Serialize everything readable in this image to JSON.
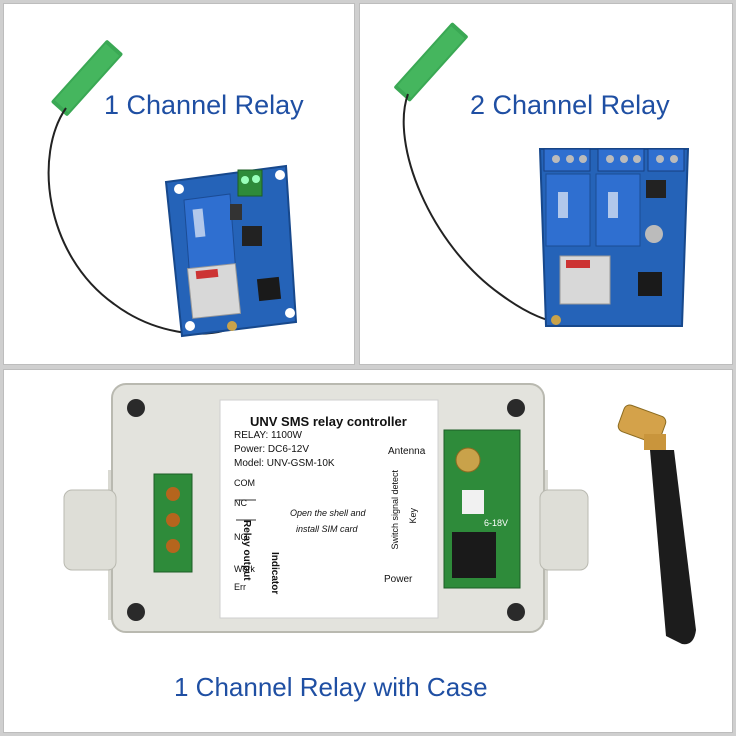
{
  "panels": {
    "one_channel": {
      "title": "1 Channel Relay"
    },
    "two_channel": {
      "title": "2 Channel Relay"
    },
    "with_case": {
      "title": "1 Channel Relay with Case"
    }
  },
  "sticker": {
    "heading": "UNV SMS relay controller",
    "relay": "RELAY: 1100W",
    "power": "Power: DC6-12V",
    "model": "Model: UNV-GSM-10K",
    "antenna": "Antenna",
    "com": "COM",
    "nc": "NC",
    "no": "NO",
    "relay_output": "Relay output",
    "indicator": "Indicator",
    "work": "Work",
    "err": "Err",
    "open_shell": "Open the shell and",
    "install_sim": "install SIM card",
    "switch_signal": "Switch signal detect",
    "key": "Key",
    "power_label": "Power",
    "voltage": "6-18V"
  },
  "colors": {
    "title": "#1f4fa3",
    "pcb": "#2563b8",
    "relay": "#2f6fd0",
    "case": "#e3e3dd",
    "antenna_pcb": "#39a852",
    "terminal_green": "#2e8b3a"
  }
}
